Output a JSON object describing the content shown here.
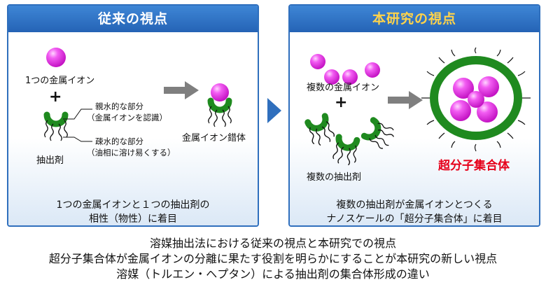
{
  "left_panel": {
    "title": "従来の視点",
    "metal_ion_label": "1つの金属イオン",
    "plus": "+",
    "hydrophilic_label": "親水的な部分",
    "hydrophilic_note": "（金属イオンを認識）",
    "hydrophobic_label": "疎水的な部分",
    "hydrophobic_note": "（油相に溶け易くする）",
    "extractant_label": "抽出剤",
    "complex_label": "金属イオン錯体",
    "caption_line1": "1つの金属イオンと１つの抽出剤の",
    "caption_line2": "相性（物性）に着目"
  },
  "right_panel": {
    "title": "本研究の視点",
    "metal_ions_label": "複数の金属イオン",
    "plus": "+",
    "extractants_label": "複数の抽出剤",
    "supramolecule_label": "超分子集合体",
    "caption_line1": "複数の抽出剤が金属イオンとつくる",
    "caption_line2": "ナノスケールの「超分子集合体」に着目"
  },
  "footer": {
    "line1": "溶媒抽出法における従来の視点と本研究での視点",
    "line2": "超分子集合体が金属イオンの分離に果たす役割を明らかにすることが本研究の新しい視点",
    "line3": "溶媒（トルエン・ヘプタン）による抽出剤の集合体形成の違い"
  },
  "colors": {
    "panel_border": "#2f6fbd",
    "header_blue": "#2563b5",
    "right_title": "#ffd34a",
    "metal_ion": "#ee33ee",
    "extractant": "#1f8a1f",
    "arrow_gray": "#7f7f7f",
    "accent_red": "#e6001a"
  }
}
